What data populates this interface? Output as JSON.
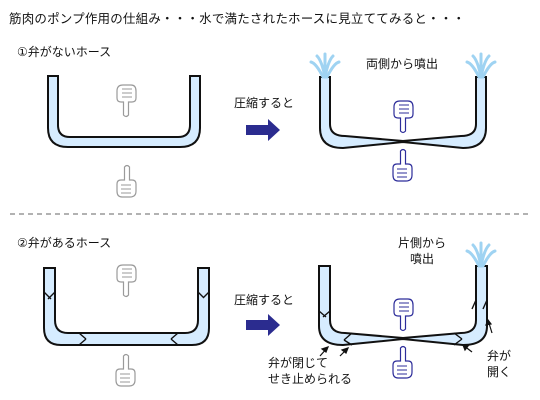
{
  "header": {
    "title": "筋肉のポンプ作用の仕組み・・・水で満たされたホースに見立ててみると・・・"
  },
  "section1": {
    "heading": "①弁がないホース",
    "action_label": "圧縮すると",
    "result_label": "両側から噴出"
  },
  "section2": {
    "heading": "②弁があるホース",
    "action_label": "圧縮すると",
    "result_label_line1": "片側から",
    "result_label_line2": "噴出",
    "closed_label_line1": "弁が閉じて",
    "closed_label_line2": "せき止められる",
    "open_label_line1": "弁が",
    "open_label_line2": "開く"
  },
  "colors": {
    "hose_fill": "#d6ecff",
    "hose_outline": "#111111",
    "arrow": "#2b2c8f",
    "hand_active": "#2c2c9a",
    "hand_idle": "#9a9a9a",
    "water": "#9fd3f2",
    "divider": "#666666"
  },
  "icons": {
    "hand": "pointing-hand-icon",
    "water": "water-spray-icon",
    "arrow": "right-arrow-icon",
    "valve": "valve-flap-icon"
  }
}
